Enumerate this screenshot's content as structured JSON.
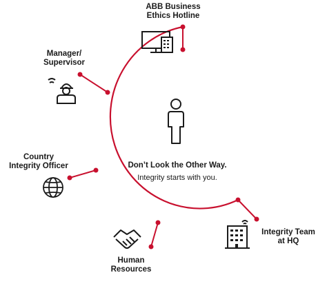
{
  "center": {
    "title": "Don’t Look the Other Way.",
    "subtitle": "Integrity starts with you."
  },
  "nodes": {
    "hotline": {
      "line1": "ABB Business",
      "line2": "Ethics Hotline",
      "icon": "computer-icon"
    },
    "manager": {
      "line1": "Manager/",
      "line2": "Supervisor",
      "icon": "manager-icon"
    },
    "country": {
      "line1": "Country",
      "line2": "Integrity Officer",
      "icon": "globe-icon"
    },
    "hr": {
      "line1": "Human",
      "line2": "Resources",
      "icon": "handshake-icon"
    },
    "hq": {
      "line1": "Integrity Team",
      "line2": "at HQ",
      "icon": "building-icon"
    }
  },
  "colors": {
    "accent": "#c8102e",
    "ink": "#1a1a1a"
  }
}
